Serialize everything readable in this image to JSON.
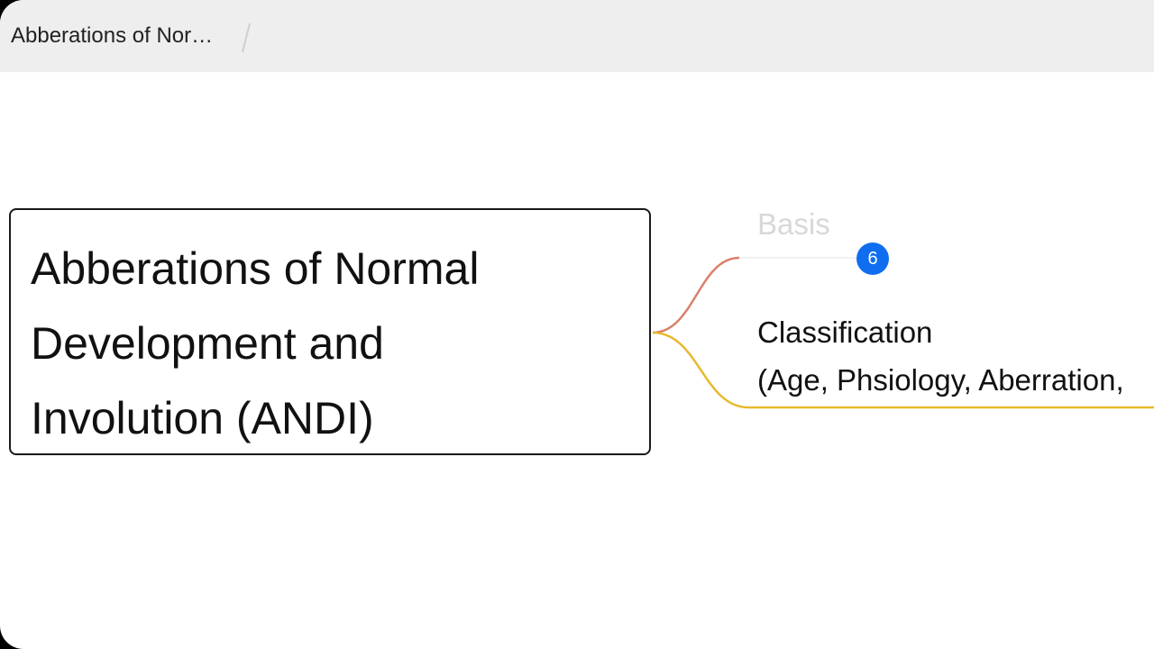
{
  "topbar": {
    "breadcrumb": "Abberations of Nor…"
  },
  "mindmap": {
    "root": {
      "line1": "Abberations of Normal",
      "line2": "Development and",
      "line3": "Involution (ANDI)"
    },
    "branches": [
      {
        "label": "Basis",
        "collapsed_count": "6",
        "color": "#d9806a",
        "state": "faded"
      },
      {
        "line1": "Classification",
        "line2": "(Age, Phsiology, Aberration,",
        "color": "#e8b92e"
      }
    ],
    "badge_color": "#0f6ef0"
  }
}
